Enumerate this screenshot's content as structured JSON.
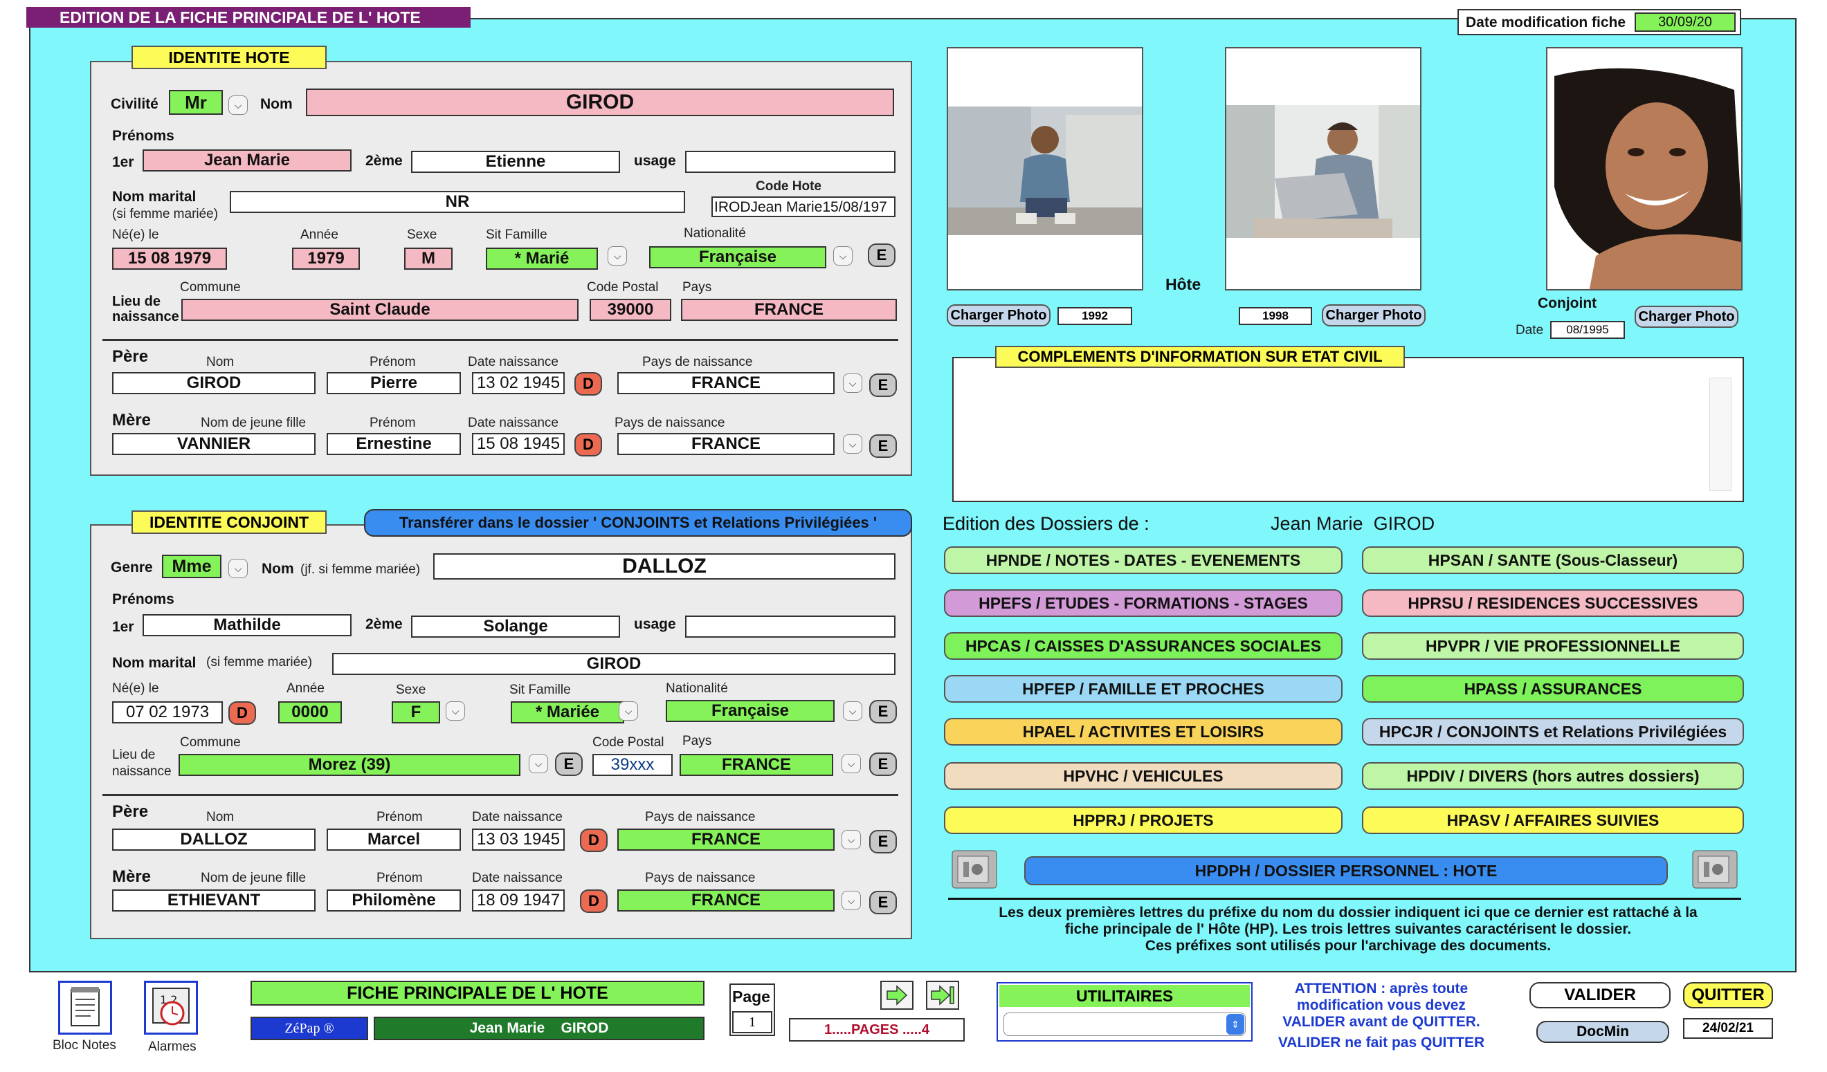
{
  "header": {
    "title": "EDITION DE LA FICHE PRINCIPALE DE L' HOTE",
    "date_label": "Date modification fiche",
    "date_value": "30/09/20"
  },
  "hote": {
    "section_title": "IDENTITE  HOTE",
    "civilite_label": "Civilité",
    "civilite": "Mr",
    "nom_label": "Nom",
    "nom": "GIROD",
    "prenoms_label": "Prénoms",
    "p1_label": "1er",
    "p1": "Jean Marie",
    "p2_label": "2ème",
    "p2": "Etienne",
    "usage_label": "usage",
    "usage": "",
    "nom_marital_label": "Nom marital",
    "nom_marital_sub": "(si femme mariée)",
    "nom_marital": "NR",
    "code_hote_label": "Code Hote",
    "code_hote": "IRODJean Marie15/08/197",
    "ne_label": "Né(e) le",
    "ne": "15 08 1979",
    "annee_label": "Année",
    "annee": "1979",
    "sexe_label": "Sexe",
    "sexe": "M",
    "sitfam_label": "Sit Famille",
    "sitfam": "* Marié",
    "nat_label": "Nationalité",
    "nat": "Française",
    "lieu_label1": "Lieu de",
    "lieu_label2": "naissance",
    "commune_label": "Commune",
    "commune": "Saint Claude",
    "cp_label": "Code Postal",
    "cp": "39000",
    "pays_label": "Pays",
    "pays": "FRANCE",
    "pere_label": "Père",
    "mere_label": "Mère",
    "nom_col": "Nom",
    "njf_col": "Nom de jeune fille",
    "prenom_col": "Prénom",
    "datenais_col": "Date naissance",
    "paysnais_col": "Pays de naissance",
    "pere_nom": "GIROD",
    "pere_prenom": "Pierre",
    "pere_date": "13 02 1945",
    "pere_pays": "FRANCE",
    "mere_nom": "VANNIER",
    "mere_prenom": "Ernestine",
    "mere_date": "15 08 1945",
    "mere_pays": "FRANCE"
  },
  "conjoint": {
    "section_title": "IDENTITE CONJOINT",
    "transfer_btn": "Transférer dans le dossier ' CONJOINTS et Relations Privilégiées '",
    "genre_label": "Genre",
    "genre": "Mme",
    "nom_label": "Nom",
    "nom_sub": "(jf. si femme mariée)",
    "nom": "DALLOZ",
    "prenoms_label": "Prénoms",
    "p1_label": "1er",
    "p1": "Mathilde",
    "p2_label": "2ème",
    "p2": "Solange",
    "usage_label": "usage",
    "usage": "",
    "nom_marital_label": "Nom marital",
    "nom_marital_sub": "(si femme mariée)",
    "nom_marital": "GIROD",
    "ne_label": "Né(e) le",
    "ne": "07 02 1973",
    "annee_label": "Année",
    "annee": "0000",
    "sexe_label": "Sexe",
    "sexe": "F",
    "sitfam_label": "Sit Famille",
    "sitfam": "* Mariée",
    "nat_label": "Nationalité",
    "nat": "Française",
    "lieu_label1": "Lieu de",
    "lieu_label2": "naissance",
    "commune_label": "Commune",
    "commune": "Morez (39)",
    "cp_label": "Code Postal",
    "cp": "39xxx",
    "pays_label": "Pays",
    "pays": "FRANCE",
    "pere_label": "Père",
    "mere_label": "Mère",
    "nom_col": "Nom",
    "njf_col": "Nom de jeune fille",
    "prenom_col": "Prénom",
    "datenais_col": "Date naissance",
    "paysnais_col": "Pays de naissance",
    "pere_nom": "DALLOZ",
    "pere_prenom": "Marcel",
    "pere_date": "13 03 1945",
    "pere_pays": "FRANCE",
    "mere_nom": "ETHIEVANT",
    "mere_prenom": "Philomène",
    "mere_date": "18 09 1947",
    "mere_pays": "FRANCE"
  },
  "photos": {
    "charger": "Charger Photo",
    "year1": "1992",
    "year2": "1998",
    "hote_label": "Hôte",
    "conjoint_label": "Conjoint",
    "date_label": "Date",
    "date_value": "08/1995"
  },
  "complements": {
    "title": "COMPLEMENTS D'INFORMATION  SUR ETAT CIVIL",
    "text": ""
  },
  "dossiers": {
    "label": "Edition des Dossiers de :",
    "name": "Jean Marie  GIROD",
    "items": [
      {
        "label": "HPNDE / NOTES - DATES - EVENEMENTS",
        "color": "#bff5a6"
      },
      {
        "label": "HPSAN / SANTE  (Sous-Classeur)",
        "color": "#bff5a6"
      },
      {
        "label": "HPEFS / ETUDES - FORMATIONS - STAGES",
        "color": "#d29ad7"
      },
      {
        "label": "HPRSU / RESIDENCES SUCCESSIVES",
        "color": "#f5b9c3"
      },
      {
        "label": "HPCAS / CAISSES D'ASSURANCES SOCIALES",
        "color": "#7ef25a"
      },
      {
        "label": "HPVPR / VIE PROFESSIONNELLE",
        "color": "#bff5a6"
      },
      {
        "label": "HPFEP / FAMILLE ET PROCHES",
        "color": "#9ad8f5"
      },
      {
        "label": "HPASS / ASSURANCES",
        "color": "#7ef25a"
      },
      {
        "label": "HPAEL / ACTIVITES  ET  LOISIRS",
        "color": "#fad45a"
      },
      {
        "label": "HPCJR / CONJOINTS et Relations Privilégiées",
        "color": "#c5d7ea"
      },
      {
        "label": "HPVHC / VEHICULES",
        "color": "#f1dcc0"
      },
      {
        "label": "HPDIV / DIVERS  (hors autres dossiers)",
        "color": "#bff5a6"
      },
      {
        "label": "HPPRJ / PROJETS",
        "color": "#fdfb57"
      },
      {
        "label": "HPASV / AFFAIRES SUIVIES",
        "color": "#fdfb57"
      }
    ],
    "perso": "HPDPH / DOSSIER  PERSONNEL   :   HOTE",
    "note": [
      "Les deux premières lettres du préfixe du nom du dossier indiquent ici que ce dernier  est rattaché à la",
      "fiche principale de l' Hôte (HP). Les trois lettres suivantes caractérisent le dossier.",
      "Ces préfixes sont utilisés pour l'archivage des documents."
    ]
  },
  "footer": {
    "bloc_notes": "Bloc Notes",
    "alarmes": "Alarmes",
    "fiche_title": "FICHE  PRINCIPALE  DE  L' HOTE",
    "zepap": "ZéPap ®",
    "user": "Jean Marie    GIROD",
    "page_label": "Page",
    "page_num": "1",
    "pages": "1.....PAGES .....4",
    "utilitaires": "UTILITAIRES",
    "attention": [
      "ATTENTION :  après toute",
      "modification vous devez",
      "VALIDER  avant de  QUITTER.",
      "VALIDER ne fait pas QUITTER"
    ],
    "valider": "VALIDER",
    "quitter": "QUITTER",
    "docmin": "DocMin",
    "date": "24/02/21"
  }
}
